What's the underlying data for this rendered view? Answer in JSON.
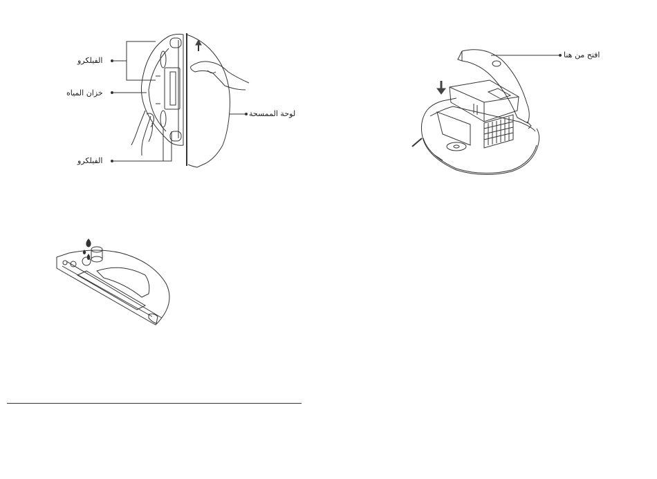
{
  "figure_mop": {
    "label_velcro_top": "الفيلكرو",
    "label_water_tank": "خزان المياه",
    "label_velcro_bottom": "الفيلكرو",
    "label_mop_board": "لوحة الممسحة"
  },
  "figure_dustbin": {
    "label_open_here": "افتح من هنا"
  },
  "colors": {
    "line": "#333333",
    "arrow": "#444444"
  }
}
